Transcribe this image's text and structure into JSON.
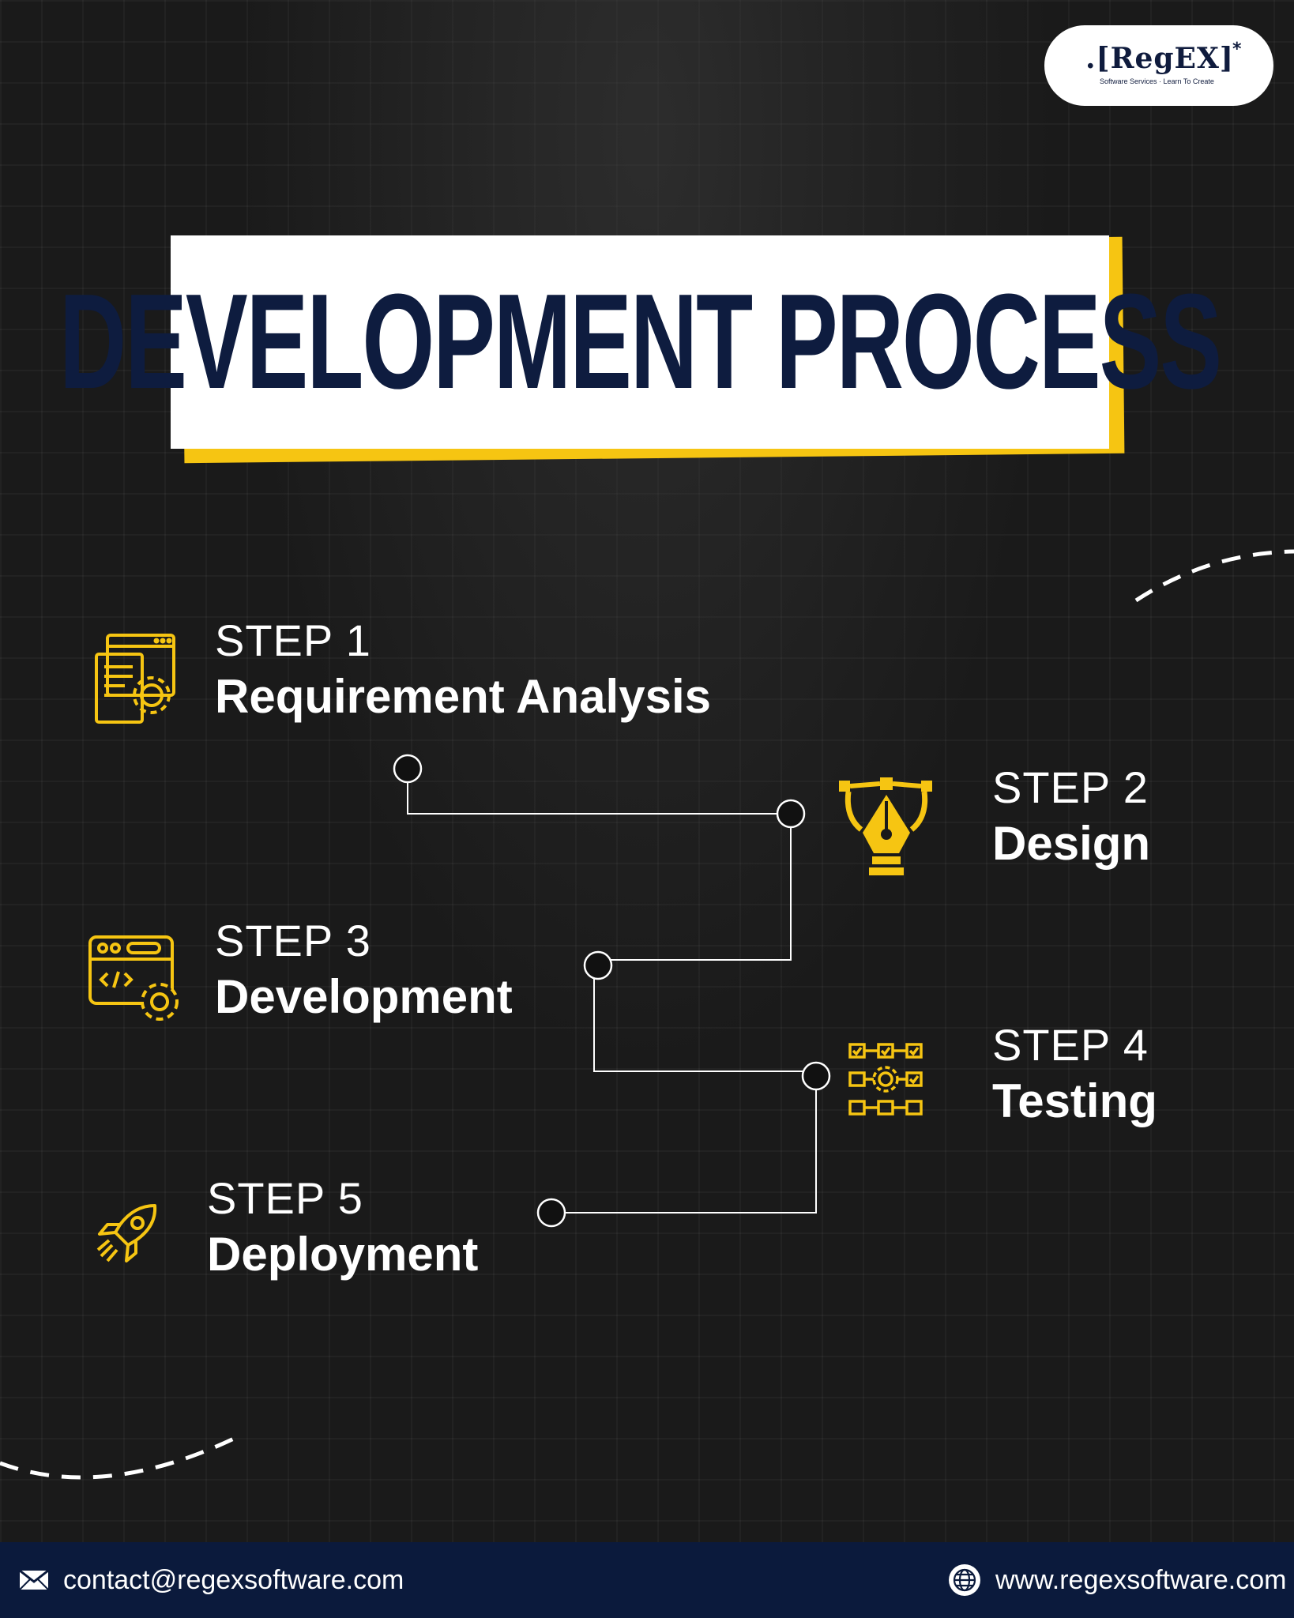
{
  "logo": {
    "main": ".[RegEX]",
    "star": "*",
    "tagline": "Software Services · Learn To Create"
  },
  "title": "DEVELOPMENT PROCESS",
  "steps": [
    {
      "number": "STEP 1",
      "title": "Requirement Analysis",
      "icon": "requirement-document-gear-icon"
    },
    {
      "number": "STEP 2",
      "title": "Design",
      "icon": "pen-tool-icon"
    },
    {
      "number": "STEP 3",
      "title": "Development",
      "icon": "code-window-gear-icon"
    },
    {
      "number": "STEP 4",
      "title": "Testing",
      "icon": "testing-flowchart-icon"
    },
    {
      "number": "STEP 5",
      "title": "Deployment",
      "icon": "rocket-icon"
    }
  ],
  "footer": {
    "email": "contact@regexsoftware.com",
    "website": "www.regexsoftware.com",
    "email_icon": "mail-icon",
    "website_icon": "globe-icon"
  },
  "colors": {
    "accent": "#f6c512",
    "navy": "#0e1c3f",
    "background": "#1a1a1a",
    "text": "#ffffff"
  }
}
